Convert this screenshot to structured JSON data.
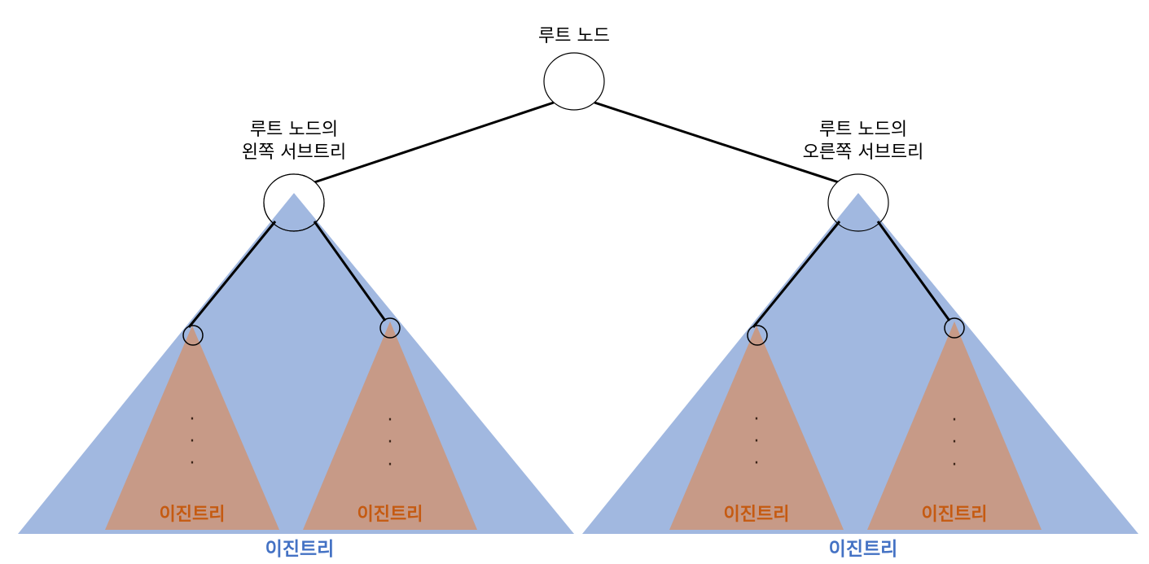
{
  "labels": {
    "root": "루트 노드",
    "left_subtree": [
      "루트 노드의",
      "왼쪽 서브트리"
    ],
    "right_subtree": [
      "루트 노드의",
      "오른쪽 서브트리"
    ]
  },
  "subtrees": {
    "left": {
      "label": "이진트리",
      "children": [
        {
          "label": "이진트리",
          "ellipsis": "·"
        },
        {
          "label": "이진트리",
          "ellipsis": "·"
        }
      ]
    },
    "right": {
      "label": "이진트리",
      "children": [
        {
          "label": "이진트리",
          "ellipsis": "·"
        },
        {
          "label": "이진트리",
          "ellipsis": "·"
        }
      ]
    }
  },
  "colors": {
    "big_triangle": "#a1b8e0",
    "small_triangle": "#c79a87",
    "subtree_label": "#c55a11",
    "main_label": "#4472c4",
    "edge": "#000000"
  }
}
